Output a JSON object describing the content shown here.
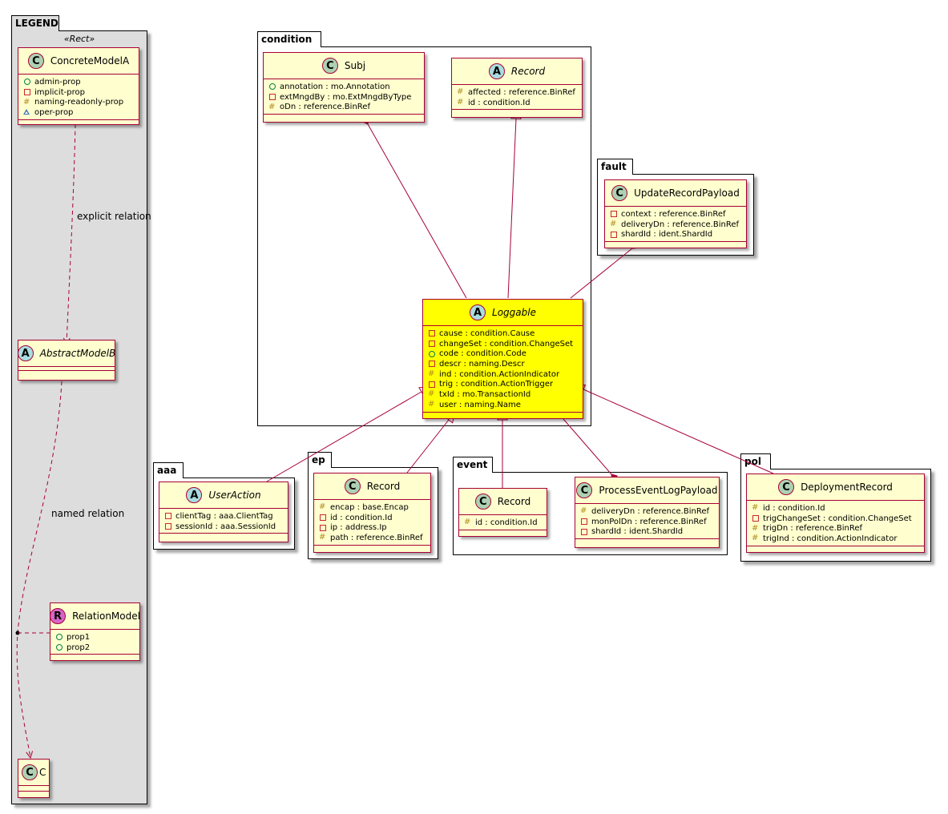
{
  "packages": {
    "legend": {
      "title": "LEGEND",
      "stereotype": "«Rect»"
    },
    "condition": {
      "title": "condition"
    },
    "fault": {
      "title": "fault"
    },
    "aaa": {
      "title": "aaa"
    },
    "ep": {
      "title": "ep"
    },
    "event": {
      "title": "event"
    },
    "pol": {
      "title": "pol"
    }
  },
  "classes": {
    "concrete_model_a": {
      "name": "ConcreteModelA",
      "kind": "C",
      "attrs": [
        {
          "vis": "pub",
          "text": "admin-prop"
        },
        {
          "vis": "priv",
          "text": "implicit-prop"
        },
        {
          "vis": "prot",
          "text": "naming-readonly-prop"
        },
        {
          "vis": "pkgv",
          "text": "oper-prop"
        }
      ]
    },
    "abstract_model_b": {
      "name": "AbstractModelB",
      "kind": "A",
      "attrs": []
    },
    "relation_model": {
      "name": "RelationModel",
      "kind": "R",
      "attrs": [
        {
          "vis": "pub",
          "text": "prop1"
        },
        {
          "vis": "pub",
          "text": "prop2"
        }
      ]
    },
    "c": {
      "name": "C",
      "kind": "C",
      "attrs": []
    },
    "subj": {
      "name": "Subj",
      "kind": "C",
      "attrs": [
        {
          "vis": "pub",
          "text": "annotation : mo.Annotation"
        },
        {
          "vis": "priv",
          "text": "extMngdBy : mo.ExtMngdByType"
        },
        {
          "vis": "prot",
          "text": "oDn : reference.BinRef"
        }
      ]
    },
    "record_condition": {
      "name": "Record",
      "kind": "A",
      "attrs": [
        {
          "vis": "prot",
          "text": "affected : reference.BinRef"
        },
        {
          "vis": "prot",
          "text": "id : condition.Id"
        }
      ]
    },
    "update_record_payload": {
      "name": "UpdateRecordPayload",
      "kind": "C",
      "attrs": [
        {
          "vis": "priv",
          "text": "context : reference.BinRef"
        },
        {
          "vis": "prot",
          "text": "deliveryDn : reference.BinRef"
        },
        {
          "vis": "priv",
          "text": "shardId : ident.ShardId"
        }
      ]
    },
    "loggable": {
      "name": "Loggable",
      "kind": "A",
      "attrs": [
        {
          "vis": "priv",
          "text": "cause : condition.Cause"
        },
        {
          "vis": "priv",
          "text": "changeSet : condition.ChangeSet"
        },
        {
          "vis": "pub",
          "text": "code : condition.Code"
        },
        {
          "vis": "priv",
          "text": "descr : naming.Descr"
        },
        {
          "vis": "prot",
          "text": "ind : condition.ActionIndicator"
        },
        {
          "vis": "priv",
          "text": "trig : condition.ActionTrigger"
        },
        {
          "vis": "prot",
          "text": "txId : mo.TransactionId"
        },
        {
          "vis": "prot",
          "text": "user : naming.Name"
        }
      ]
    },
    "user_action": {
      "name": "UserAction",
      "kind": "A",
      "attrs": [
        {
          "vis": "priv",
          "text": "clientTag : aaa.ClientTag"
        },
        {
          "vis": "priv",
          "text": "sessionId : aaa.SessionId"
        }
      ]
    },
    "record_ep": {
      "name": "Record",
      "kind": "C",
      "attrs": [
        {
          "vis": "prot",
          "text": "encap : base.Encap"
        },
        {
          "vis": "priv",
          "text": "id : condition.Id"
        },
        {
          "vis": "priv",
          "text": "ip : address.Ip"
        },
        {
          "vis": "prot",
          "text": "path : reference.BinRef"
        }
      ]
    },
    "record_event": {
      "name": "Record",
      "kind": "C",
      "attrs": [
        {
          "vis": "prot",
          "text": "id : condition.Id"
        }
      ]
    },
    "process_event_log_payload": {
      "name": "ProcessEventLogPayload",
      "kind": "C",
      "attrs": [
        {
          "vis": "prot",
          "text": "deliveryDn : reference.BinRef"
        },
        {
          "vis": "priv",
          "text": "monPolDn : reference.BinRef"
        },
        {
          "vis": "priv",
          "text": "shardId : ident.ShardId"
        }
      ]
    },
    "deployment_record": {
      "name": "DeploymentRecord",
      "kind": "C",
      "attrs": [
        {
          "vis": "prot",
          "text": "id : condition.Id"
        },
        {
          "vis": "priv",
          "text": "trigChangeSet : condition.ChangeSet"
        },
        {
          "vis": "prot",
          "text": "trigDn : reference.BinRef"
        },
        {
          "vis": "prot",
          "text": "trigInd : condition.ActionIndicator"
        }
      ]
    }
  },
  "relations": {
    "explicit_label": "explicit relation",
    "named_label": "named relation"
  },
  "colors": {
    "class_fill": "#fefece",
    "class_border": "#a80036",
    "highlight_fill": "#ffff00",
    "legend_fill": "#dddddd",
    "badge_class": "#add1b2",
    "badge_abstract": "#a9dcdf",
    "badge_relation": "#d566c5"
  }
}
